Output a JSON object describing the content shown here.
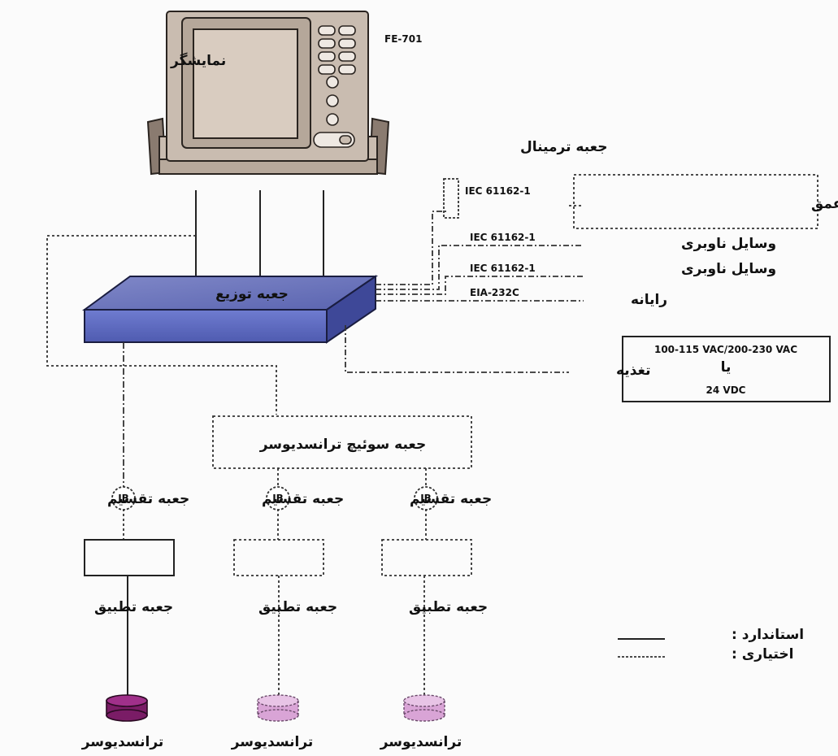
{
  "display": {
    "label": "نمایشگر",
    "model": "FE-701"
  },
  "terminal_box": {
    "label": "جعبه ترمینال"
  },
  "depth_indicator": {
    "label": "نشانگر دیجیتالی عمق",
    "interface": "IEC 61162-1"
  },
  "connections": [
    {
      "interface": "IEC 61162-1",
      "label": "وسایل ناوبری"
    },
    {
      "interface": "IEC 61162-1",
      "label": "وسایل ناوبری"
    },
    {
      "interface": "EIA-232C",
      "label": "رایانه"
    }
  ],
  "distribution_box": {
    "label": "جعبه توزیع"
  },
  "power": {
    "label": "تغذیه",
    "line1": "100-115 VAC/200-230 VAC",
    "line2": "یا",
    "line3": "24 VDC"
  },
  "switch_box": {
    "label": "جعبه سوئیچ ترانسدیوسر"
  },
  "junction_boxes": [
    {
      "code": "JB",
      "label": "جعبه تقسیم"
    },
    {
      "code": "JB",
      "label": "جعبه تقسیم"
    },
    {
      "code": "JB",
      "label": "جعبه تقسیم"
    }
  ],
  "matching_boxes": [
    {
      "label": "جعبه تطبیق"
    },
    {
      "label": "جعبه تطبیق"
    },
    {
      "label": "جعبه تطبیق"
    }
  ],
  "transducers": [
    {
      "label": "ترانسدیوسر"
    },
    {
      "label": "ترانسدیوسر"
    },
    {
      "label": "ترانسدیوسر"
    }
  ],
  "legend": {
    "standard": "استاندارد :",
    "optional": "اختیاری :"
  }
}
